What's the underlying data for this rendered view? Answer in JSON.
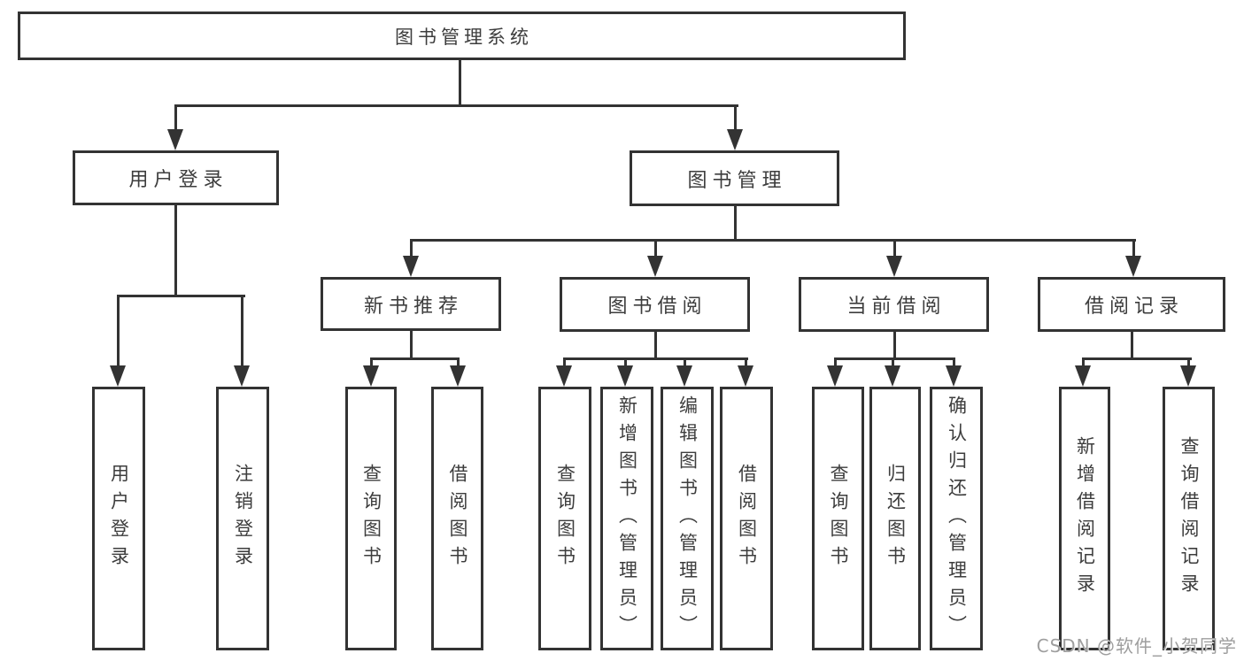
{
  "diagram_title": "图书管理系统",
  "nodes": {
    "root": {
      "label": "图书管理系统"
    },
    "user_login": {
      "label": "用户登录"
    },
    "book_management": {
      "label": "图书管理"
    },
    "new_book_rec": {
      "label": "新书推荐"
    },
    "book_borrow": {
      "label": "图书借阅"
    },
    "current_borrow": {
      "label": "当前借阅"
    },
    "borrow_records": {
      "label": "借阅记录"
    },
    "leaf_user_login": {
      "label": "用户登录"
    },
    "leaf_logout": {
      "label": "注销登录"
    },
    "leaf_query_book_rec": {
      "label": "查询图书"
    },
    "leaf_borrow_book_rec": {
      "label": "借阅图书"
    },
    "leaf_query_book_borrow": {
      "label": "查询图书"
    },
    "leaf_add_book_admin": {
      "label": "新增图书（管理员）"
    },
    "leaf_edit_book_admin": {
      "label": "编辑图书（管理员）"
    },
    "leaf_borrow_book_borrow": {
      "label": "借阅图书"
    },
    "leaf_query_book_current": {
      "label": "查询图书"
    },
    "leaf_return_book": {
      "label": "归还图书"
    },
    "leaf_confirm_return_admin": {
      "label": "确认归还（管理员）"
    },
    "leaf_add_borrow_record": {
      "label": "新增借阅记录"
    },
    "leaf_query_borrow_record": {
      "label": "查询借阅记录"
    }
  },
  "watermark": "CSDN @软件_小贺同学",
  "colors": {
    "line": "#333333",
    "box_border": "#333333",
    "text": "#3d3d3d",
    "watermark": "#9e9e9e",
    "background": "#ffffff"
  }
}
